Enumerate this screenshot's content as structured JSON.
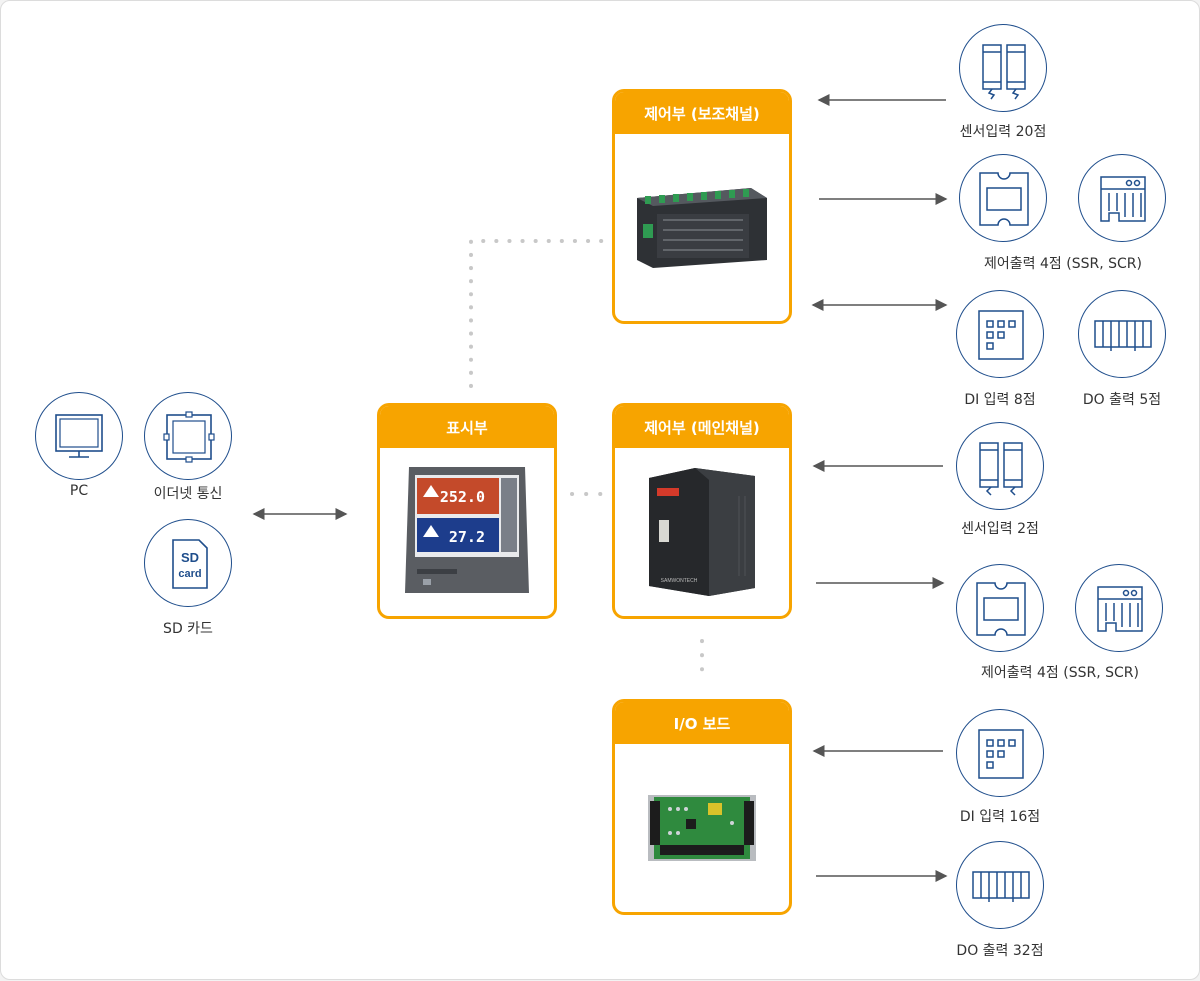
{
  "boxes": {
    "display": "표시부",
    "sub": "제어부 (보조채널)",
    "main": "제어부 (메인채널)",
    "io": "I/O 보드"
  },
  "left": {
    "pc": "PC",
    "ethernet": "이더넷 통신",
    "sd": "SD 카드",
    "sd_icon_top": "SD",
    "sd_icon_bottom": "card"
  },
  "sub_channel": {
    "sensor": "센서입력 20점",
    "control_out": "제어출력 4점 (SSR, SCR)",
    "di": "DI 입력 8점",
    "do": "DO 출력 5점"
  },
  "main_channel": {
    "sensor": "센서입력 2점",
    "control_out": "제어출력 4점 (SSR, SCR)"
  },
  "io_board": {
    "di": "DI 입력 16점",
    "do": "DO 출력 32점"
  },
  "display_screen": {
    "value1": "252.0",
    "value2": "27.2"
  },
  "colors": {
    "accent": "#f7a400",
    "icon": "#1f4e8c",
    "arrow": "#555555",
    "dots": "#c8c8c8"
  }
}
